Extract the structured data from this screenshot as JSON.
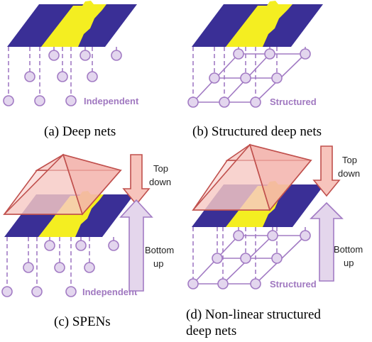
{
  "panels": [
    {
      "caption": "(a) Deep nets",
      "label": "Independent"
    },
    {
      "caption": "(b) Structured deep nets",
      "label": "Structured"
    },
    {
      "caption": "(c) SPENs",
      "label": "Independent",
      "top_arrow": [
        "Top",
        "down"
      ],
      "bottom_arrow": [
        "Bottom",
        "up"
      ]
    },
    {
      "caption": [
        "(d) Non-linear structured",
        "deep nets"
      ],
      "label": "Structured",
      "top_arrow": [
        "Top",
        "down"
      ],
      "bottom_arrow": [
        "Bottom",
        "up"
      ]
    }
  ],
  "colors": {
    "plane": "#3a2f96",
    "shape": "#f4ee21",
    "node_fill": "#e3d6ee",
    "node_stroke": "#a27bc4",
    "pyramid_fill": "#f7c9c4",
    "pyramid_stroke": "#c0504d",
    "up_arrow_fill": "#e4d6ec",
    "up_arrow_stroke": "#a27bc4",
    "down_arrow_fill": "#f7c4bc",
    "down_arrow_stroke": "#c0504d"
  }
}
